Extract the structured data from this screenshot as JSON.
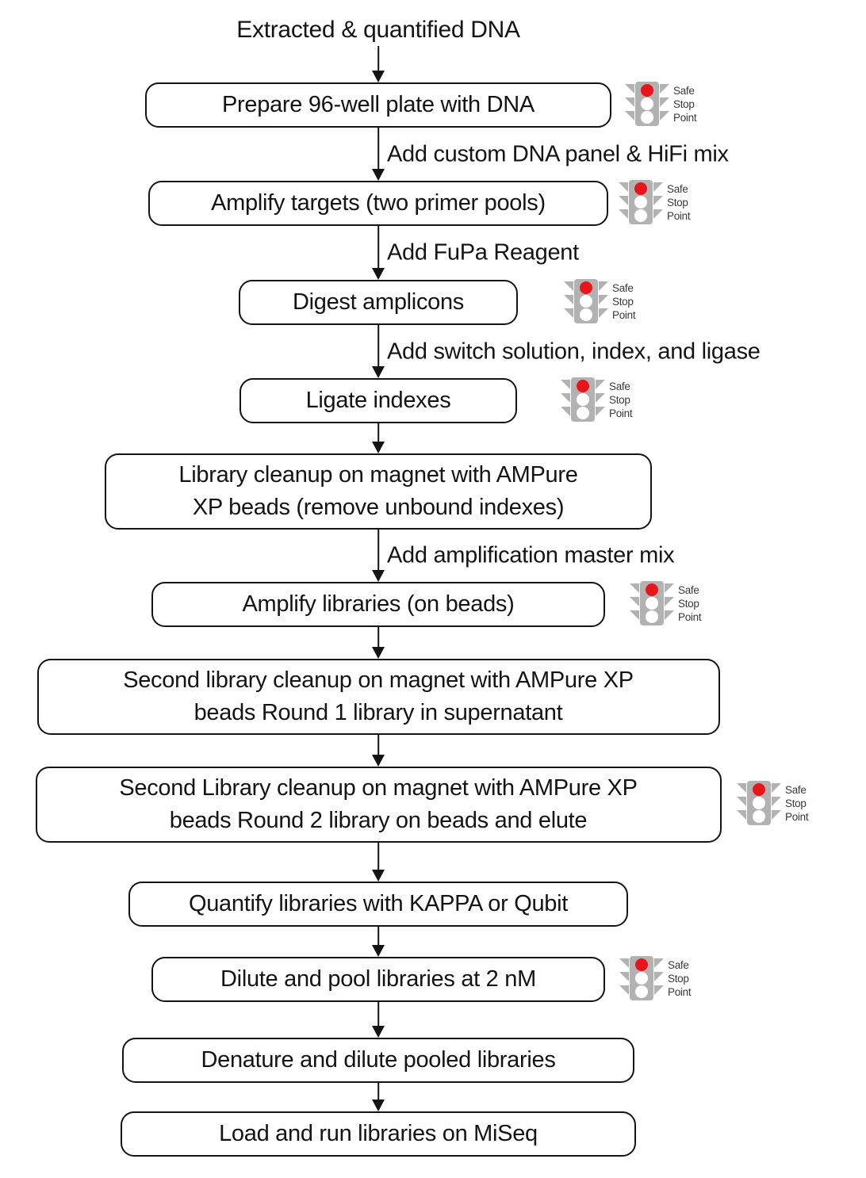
{
  "start": {
    "label": "Extracted & quantified DNA"
  },
  "safe_stop_icon": {
    "lines": [
      "Safe",
      "Stop",
      "Point"
    ],
    "light_on_color": "#e8151a",
    "light_off_color": "#ffffff",
    "body_color": "#b2b2b2",
    "text_color": "#3a3a3a"
  },
  "steps": [
    {
      "arrow_label": "",
      "lines": [
        "Prepare 96-well plate with DNA"
      ],
      "safe_stop": true
    },
    {
      "arrow_label": "Add custom DNA panel & HiFi mix",
      "lines": [
        "Amplify targets (two primer pools)"
      ],
      "safe_stop": true
    },
    {
      "arrow_label": "Add FuPa Reagent",
      "lines": [
        "Digest amplicons"
      ],
      "safe_stop": true
    },
    {
      "arrow_label": "Add switch solution, index, and ligase",
      "lines": [
        "Ligate indexes"
      ],
      "safe_stop": true
    },
    {
      "arrow_label": "",
      "lines": [
        "Library cleanup on magnet with AMPure",
        "XP beads (remove unbound indexes)"
      ],
      "safe_stop": false
    },
    {
      "arrow_label": "Add amplification master mix",
      "lines": [
        "Amplify libraries (on beads)"
      ],
      "safe_stop": true
    },
    {
      "arrow_label": "",
      "lines": [
        "Second library cleanup on magnet with AMPure XP",
        "beads Round 1 library in supernatant"
      ],
      "safe_stop": false
    },
    {
      "arrow_label": "",
      "lines": [
        "Second Library cleanup on magnet with AMPure XP",
        "beads Round 2 library on beads and elute"
      ],
      "safe_stop": true
    },
    {
      "arrow_label": "",
      "lines": [
        "Quantify libraries with KAPPA or Qubit"
      ],
      "safe_stop": false
    },
    {
      "arrow_label": "",
      "lines": [
        "Dilute and pool libraries at 2 nM"
      ],
      "safe_stop": true
    },
    {
      "arrow_label": "",
      "lines": [
        "Denature and dilute pooled libraries"
      ],
      "safe_stop": false
    },
    {
      "arrow_label": "",
      "lines": [
        "Load and run libraries on MiSeq"
      ],
      "safe_stop": false
    }
  ]
}
